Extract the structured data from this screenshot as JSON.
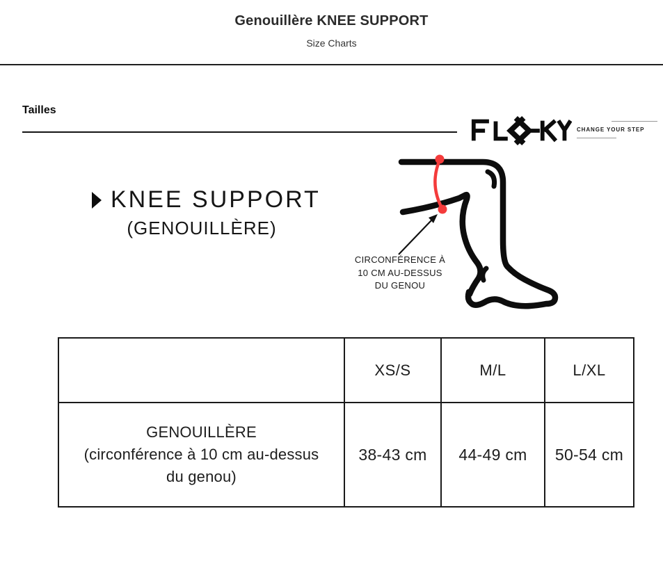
{
  "page": {
    "title": "Genouillère KNEE SUPPORT",
    "subtitle": "Size Charts"
  },
  "section": {
    "heading": "Tailles"
  },
  "brand": {
    "logo_text": "FLOKY",
    "tagline": "CHANGE YOUR STEP"
  },
  "product": {
    "name": "KNEE SUPPORT",
    "alt_name": "(GENOUILLÈRE)"
  },
  "figure": {
    "caption_lines": [
      "CIRCONFÉRENCE À",
      "10 CM AU-DESSUS",
      "DU GENOU"
    ]
  },
  "size_table": {
    "headers": [
      "",
      "XS/S",
      "M/L",
      "L/XL"
    ],
    "rows": [
      {
        "label": "GENOUILLÈRE\n(circonférence à 10 cm au-dessus\ndu genou)",
        "values": [
          "38-43 cm",
          "44-49 cm",
          "50-54 cm"
        ]
      }
    ]
  },
  "colors": {
    "accent_red": "#f43b3b",
    "ink": "#141414",
    "rule_gray": "#979797"
  }
}
